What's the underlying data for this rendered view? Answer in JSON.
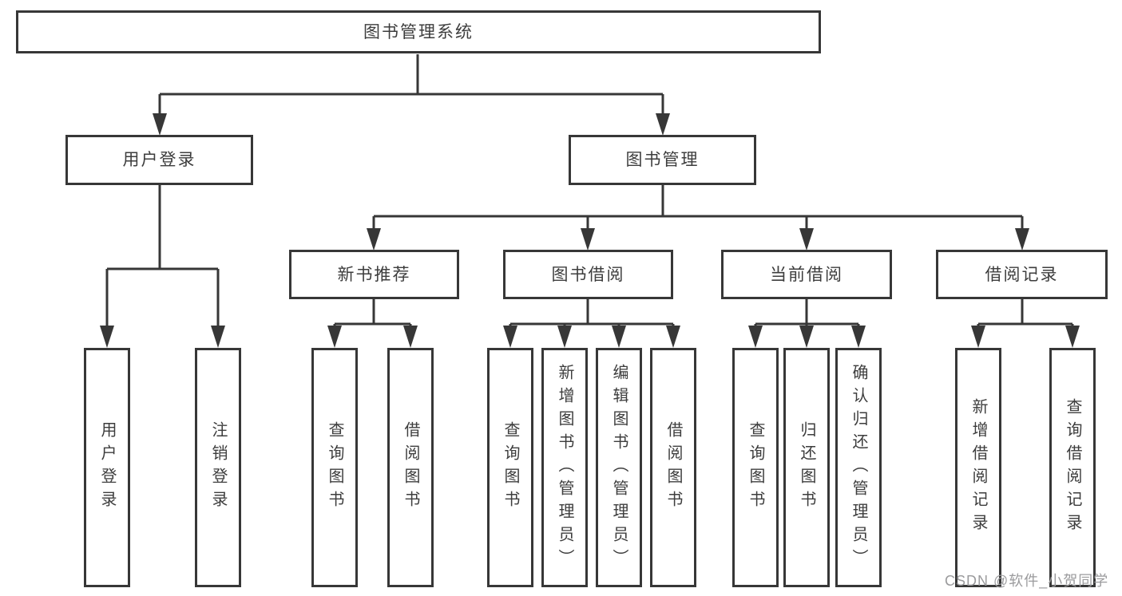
{
  "diagram": {
    "root": {
      "label": "图书管理系统"
    },
    "level2": [
      {
        "label": "用户登录"
      },
      {
        "label": "图书管理"
      }
    ],
    "level3": [
      {
        "label": "新书推荐"
      },
      {
        "label": "图书借阅"
      },
      {
        "label": "当前借阅"
      },
      {
        "label": "借阅记录"
      }
    ],
    "leaves": [
      {
        "label": "用户登录"
      },
      {
        "label": "注销登录"
      },
      {
        "label": "查询图书"
      },
      {
        "label": "借阅图书"
      },
      {
        "label": "查询图书"
      },
      {
        "label": "新增图书（管理员）"
      },
      {
        "label": "编辑图书（管理员）"
      },
      {
        "label": "借阅图书"
      },
      {
        "label": "查询图书"
      },
      {
        "label": "归还图书"
      },
      {
        "label": "确认归还（管理员）"
      },
      {
        "label": "新增借阅记录"
      },
      {
        "label": "查询借阅记录"
      }
    ],
    "colors": {
      "line": "#373737",
      "text": "#3d3d3d",
      "background": "#ffffff",
      "watermark": "#9b9b9d"
    }
  },
  "watermark": {
    "text": "CSDN @软件_小贺同学"
  }
}
